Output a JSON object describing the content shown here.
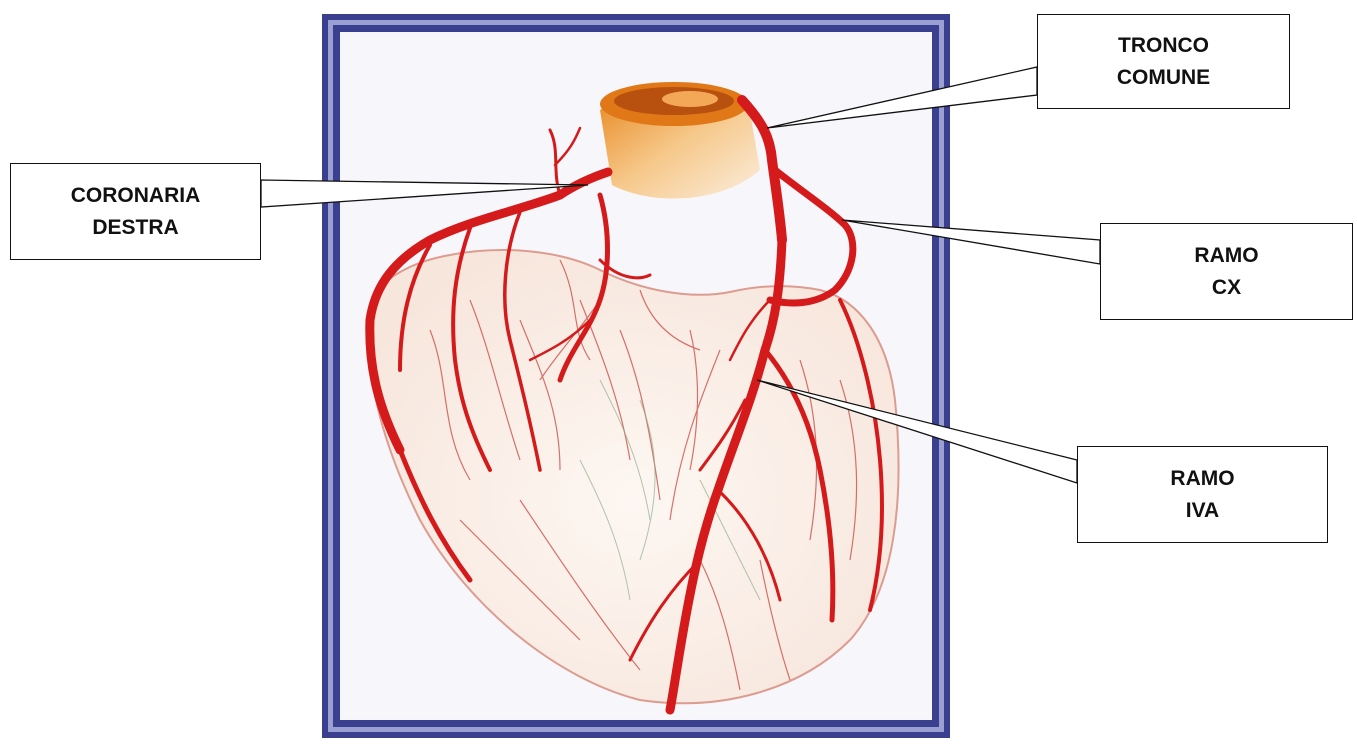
{
  "colors": {
    "frame": "#3a3f8f",
    "frame_inner": "#8d93c8",
    "vessel": "#d41a1a",
    "vessel_light": "#e5624f",
    "aorta": "#f0a040",
    "heart_fill": "#fbf3ec",
    "heart_outline": "#d88a80"
  },
  "labels": {
    "tronco_comune": {
      "line1": "TRONCO",
      "line2": "COMUNE"
    },
    "coronaria_destra": {
      "line1": "CORONARIA",
      "line2": "DESTRA"
    },
    "ramo_cx": {
      "line1": "RAMO",
      "line2": "CX"
    },
    "ramo_iva": {
      "line1": "RAMO",
      "line2": "IVA"
    }
  }
}
